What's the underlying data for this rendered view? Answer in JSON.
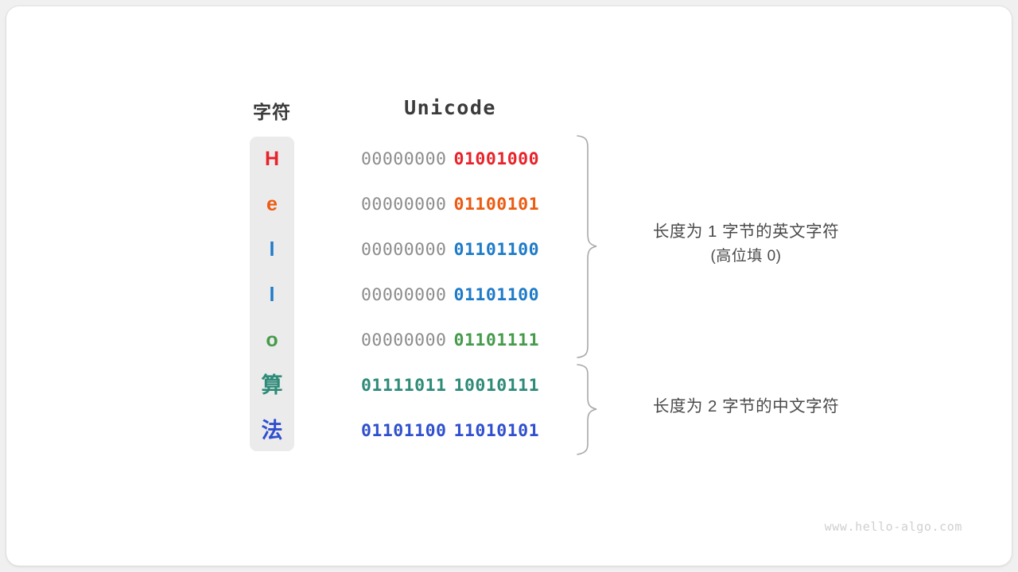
{
  "watermark": "www.hello-algo.com",
  "headers": {
    "character": "字符",
    "unicode": "Unicode"
  },
  "colors": {
    "card_background": "#ffffff",
    "page_background": "#f0f0f0",
    "char_column_background": "#ebebeb",
    "high_byte_gray": "#8c8c8c",
    "brace_gray": "#a8a8a8",
    "annotation_text": "#4a4a4a",
    "header_text": "#3b3b3b",
    "watermark_text": "#cfcfcf"
  },
  "rows": [
    {
      "char": "H",
      "color": "#e8232a",
      "high_byte": "00000000",
      "low_byte": "01001000",
      "cjk": false
    },
    {
      "char": "e",
      "color": "#ec5b13",
      "high_byte": "00000000",
      "low_byte": "01100101",
      "cjk": false
    },
    {
      "char": "l",
      "color": "#1e7bc8",
      "high_byte": "00000000",
      "low_byte": "01101100",
      "cjk": false
    },
    {
      "char": "l",
      "color": "#1e7bc8",
      "high_byte": "00000000",
      "low_byte": "01101100",
      "cjk": false
    },
    {
      "char": "o",
      "color": "#469b4b",
      "high_byte": "00000000",
      "low_byte": "01101111",
      "cjk": false
    },
    {
      "char": "算",
      "color": "#2e8b78",
      "high_byte": "01111011",
      "low_byte": "10010111",
      "cjk": true
    },
    {
      "char": "法",
      "color": "#2f4fce",
      "high_byte": "01101100",
      "low_byte": "11010101",
      "cjk": true
    }
  ],
  "annotations": [
    {
      "line1": "长度为 1 字节的英文字符",
      "line2": "(高位填 0)"
    },
    {
      "line1": "长度为 2 字节的中文字符",
      "line2": ""
    }
  ]
}
